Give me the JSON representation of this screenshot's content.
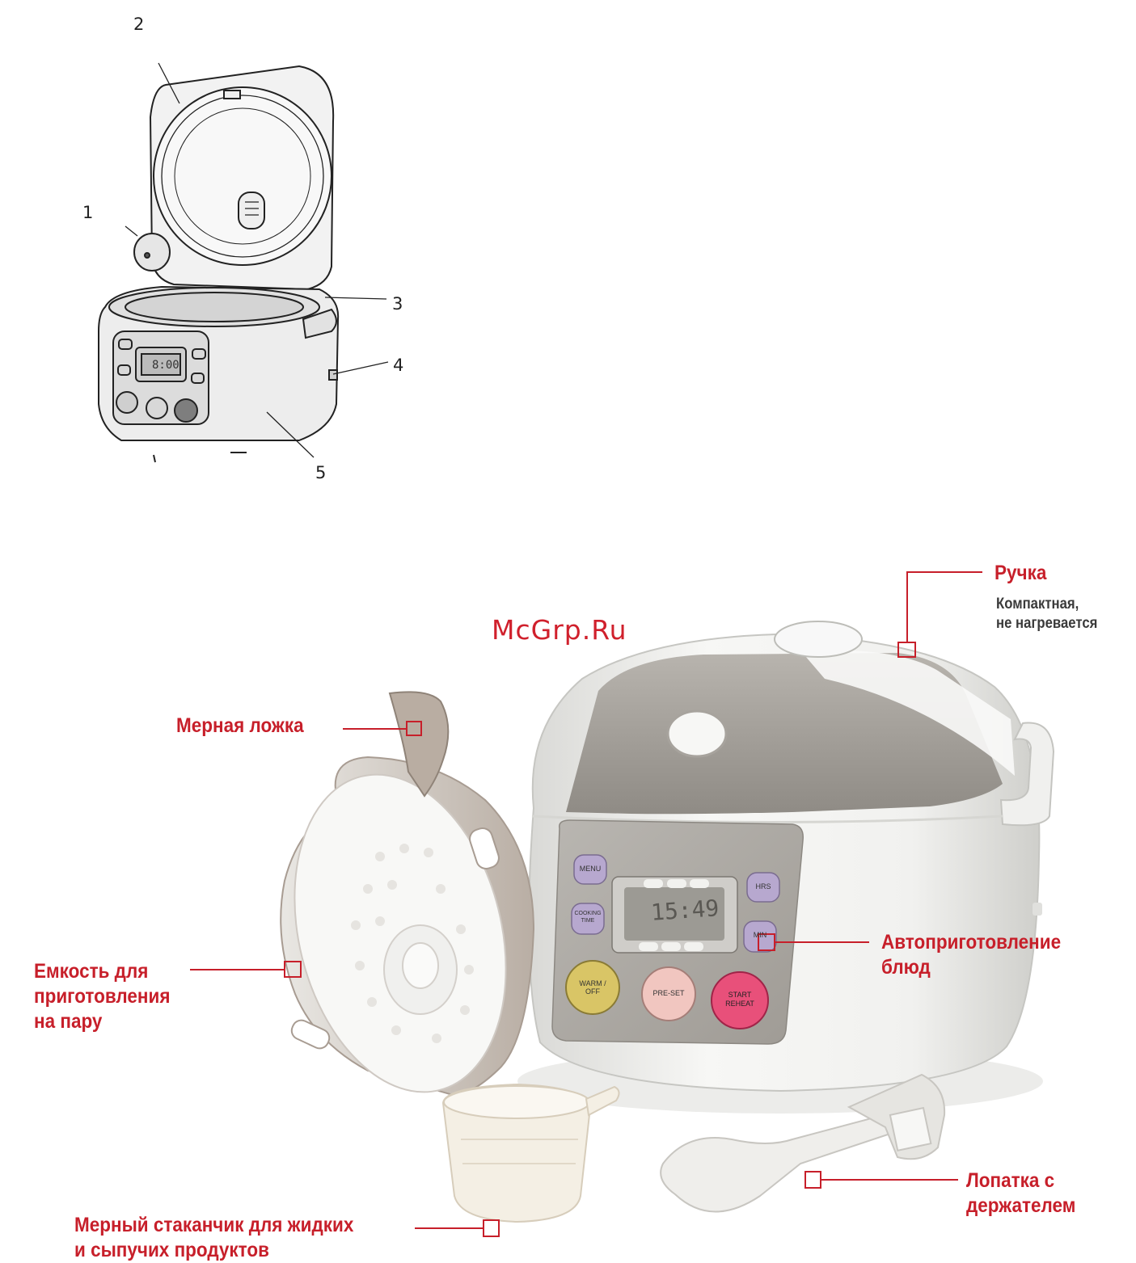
{
  "parts_numbers": [
    "1",
    "2",
    "3",
    "4",
    "5"
  ],
  "watermark": "McGrp.Ru",
  "drawing_display": "8:00",
  "photo_display": "15:49",
  "labels": {
    "handle": {
      "title": "Ручка",
      "desc": [
        "Компактная,",
        "не нагревается"
      ]
    },
    "spoon": {
      "lines": [
        "Мерная ложка"
      ]
    },
    "steamer": {
      "lines": [
        "Емкость для",
        "приготовления",
        "на пару"
      ]
    },
    "auto": {
      "lines": [
        "Автоприготовление",
        "блюд"
      ]
    },
    "cup": {
      "lines": [
        "Мерный стаканчик для жидких",
        "и сыпучих продуктов"
      ]
    },
    "paddle": {
      "lines": [
        "Лопатка с",
        "держателем"
      ]
    }
  },
  "panel_buttons": {
    "menu": "MENU",
    "hrs": "HRS",
    "cooking_time": "COOKING TIME",
    "min": "MIN",
    "warm_off": "WARM / OFF",
    "preset": "PRE-SET",
    "start_reheat": "START REHEAT"
  },
  "colors": {
    "callout_red": "#c71f2a",
    "lid_gray": "#a7a39d",
    "body_white": "#f4f4f2",
    "menu_lilac": "#b7a8cf",
    "warm_yellow": "#d9c566",
    "preset_pink": "#f1c6c0",
    "start_red": "#e8507a"
  }
}
